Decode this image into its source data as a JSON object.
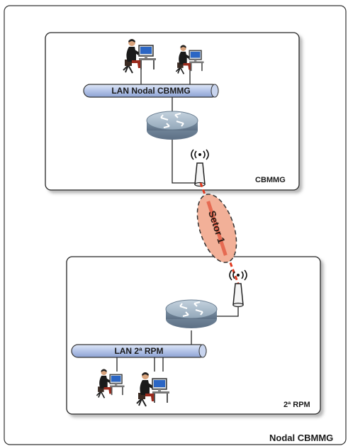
{
  "diagram": {
    "top_lan_label": "LAN Nodal CBMMG",
    "top_site_label": "CBMMG",
    "sector_label": "Setor 1",
    "bottom_lan_label": "LAN 2ª RPM",
    "bottom_site_label": "2ª RPM",
    "footer_label": "Nodal CBMMG"
  },
  "colors": {
    "lan_bar": "#b9c8ea",
    "router": "#8fa3b5",
    "sector_fill": "#f2b098",
    "sector_line": "#e03a20"
  },
  "icons": [
    "user-workstation-icon",
    "router-icon",
    "wireless-antenna-icon"
  ]
}
